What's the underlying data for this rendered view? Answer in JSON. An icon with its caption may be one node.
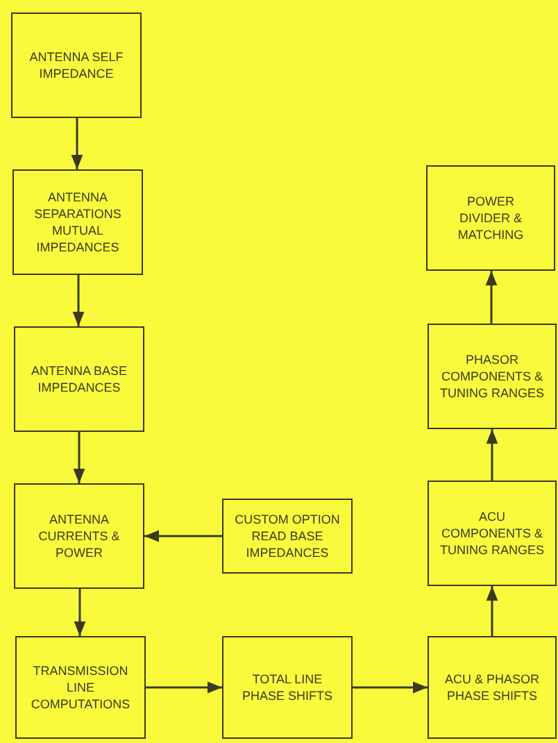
{
  "diagram": {
    "nodes": [
      {
        "text": [
          "ANTENNA SELF IMPEDANCE"
        ]
      },
      {
        "text": [
          "ANTENNA SEPARATIONS MUTUAL IMPEDANCES"
        ]
      },
      {
        "text": [
          "ANTENNA BASE IMPEDANCES"
        ]
      },
      {
        "text": [
          "ANTENNA CURRENTS & POWER"
        ]
      },
      {
        "text": [
          "CUSTOM OPTION READ BASE IMPEDANCES"
        ]
      },
      {
        "text": [
          "TRANSMISSION LINE COMPUTATIONS"
        ]
      },
      {
        "text": [
          "TOTAL LINE PHASE SHIFTS"
        ]
      },
      {
        "text": [
          "ACU & PHASOR PHASE SHIFTS"
        ]
      },
      {
        "text": [
          "ACU COMPONENTS & TUNING RANGES"
        ]
      },
      {
        "text": [
          "PHASOR COMPONENTS & TUNING RANGES"
        ]
      },
      {
        "text": [
          "POWER DIVIDER & MATCHING"
        ]
      }
    ],
    "edges": [
      {
        "from": 0,
        "to": 1,
        "arrow": "to"
      },
      {
        "from": 1,
        "to": 2,
        "arrow": "to"
      },
      {
        "from": 2,
        "to": 3,
        "arrow": "to"
      },
      {
        "from": 4,
        "to": 3,
        "arrow": "to"
      },
      {
        "from": 3,
        "to": 5,
        "arrow": "to"
      },
      {
        "from": 5,
        "to": 6,
        "arrow": "to"
      },
      {
        "from": 6,
        "to": 7,
        "arrow": "to"
      },
      {
        "from": 7,
        "to": 8,
        "arrow": "to"
      },
      {
        "from": 8,
        "to": 9,
        "arrow": "to"
      },
      {
        "from": 9,
        "to": 10,
        "arrow": "to"
      }
    ]
  }
}
